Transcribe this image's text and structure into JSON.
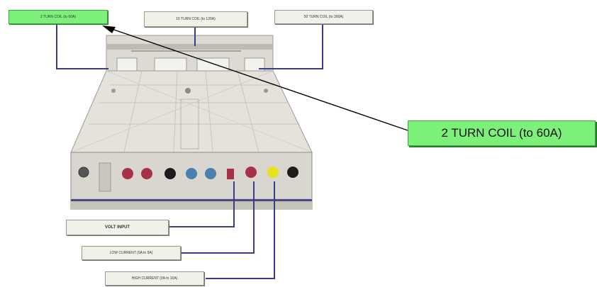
{
  "labels": {
    "two_turn_small": "2 TURN COIL (to 60A)",
    "ten_turn": "10 TURN COIL (to 120A)",
    "fifty_turn": "50 TURN COIL (to 300A)",
    "volt_input": "VOLT INPUT",
    "low_current": "LOW CURRENT (0A to 5A)",
    "high_current": "HIGH CURRENT (0A to 10A)",
    "two_turn_callout": "2 TURN COIL (to 60A)"
  },
  "colors": {
    "label_green": "#7df07a",
    "leader_line": "#3c3c8c",
    "arrow": "#000000",
    "device_body": "#dedcd4",
    "terminal_red": "#a8314a",
    "terminal_blue": "#4a7fae",
    "terminal_yellow": "#e6e21c",
    "terminal_black": "#1c1c1c"
  },
  "device": {
    "terminals": [
      "black",
      "red",
      "red",
      "black",
      "blue",
      "blue",
      "red",
      "red",
      "yellow",
      "black"
    ]
  }
}
